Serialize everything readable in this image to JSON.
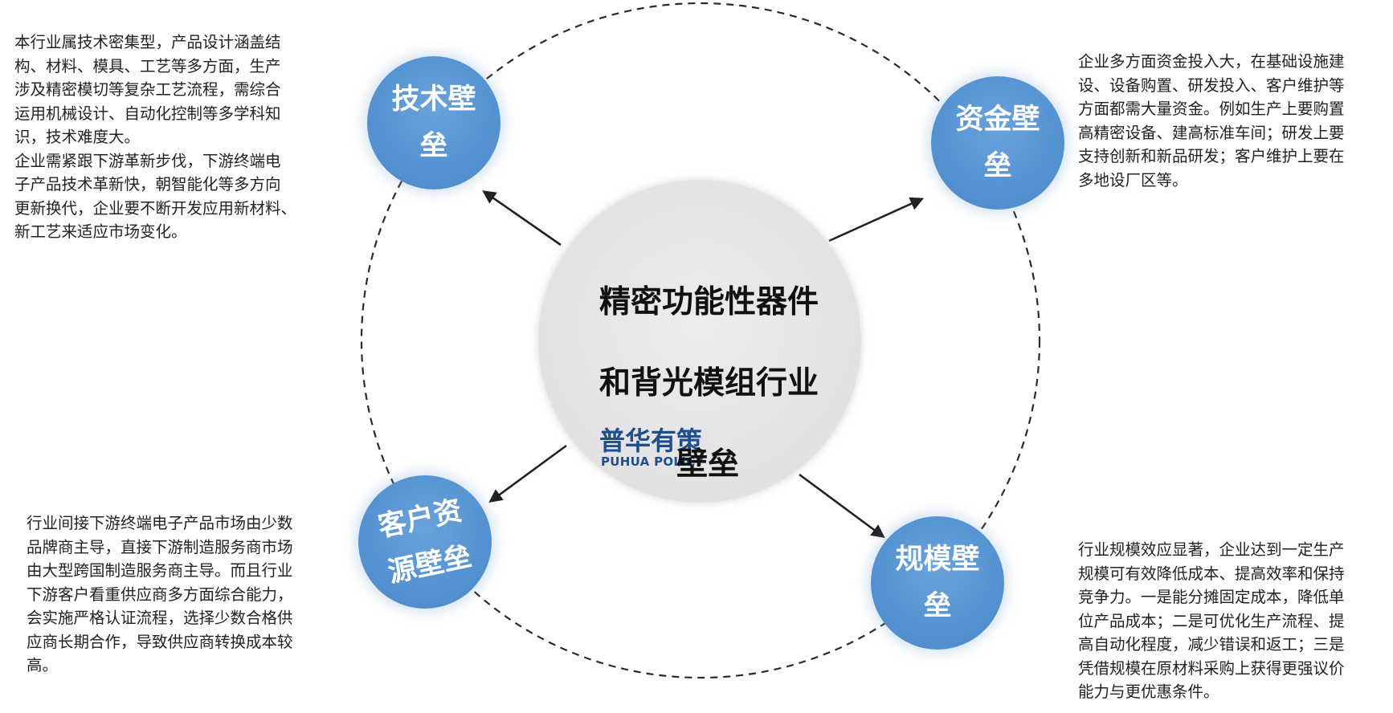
{
  "center": {
    "line1": "精密功能性器件",
    "line2": "和背光模组行业",
    "line3": "壁垒"
  },
  "watermark": {
    "cn": "普华有策",
    "en": "PUHUA POLICY"
  },
  "nodes": {
    "tech": "技术壁\n垒",
    "capital": "资金壁\n垒",
    "customer": "客户资\n源壁垒",
    "scale": "规模壁\n垒"
  },
  "descriptions": {
    "tech": "本行业属技术密集型，产品设计涵盖结\n构、材料、模具、工艺等多方面，生产\n涉及精密模切等复杂工艺流程，需综合\n运用机械设计、自动化控制等多学科知\n识，技术难度大。\n企业需紧跟下游革新步伐，下游终端电\n子产品技术革新快，朝智能化等多方向\n更新换代，企业要不断开发应用新材料、\n新工艺来适应市场变化。",
    "capital": "企业多方面资金投入大，在基础设施建\n设、设备购置、研发投入、客户维护等\n方面都需大量资金。例如生产上要购置\n高精密设备、建高标准车间；研发上要\n支持创新和新品研发；客户维护上要在\n多地设厂区等。",
    "customer": "行业间接下游终端电子产品市场由少数\n品牌商主导，直接下游制造服务商市场\n由大型跨国制造服务商主导。而且行业\n下游客户看重供应商多方面综合能力，\n会实施严格认证流程，选择少数合格供\n应商长期合作，导致供应商转换成本较\n高。",
    "scale": "行业规模效应显著，企业达到一定生产\n规模可有效降低成本、提高效率和保持\n竞争力。一是能分摊固定成本，降低单\n位产品成本；二是可优化生产流程、提\n高自动化程度，减少错误和返工；三是\n凭借规模在原材料采购上获得更强议价\n能力与更优惠条件。"
  },
  "colors": {
    "node_fill": "#5593d2",
    "center_fill": "#e6e6e8",
    "watermark": "#1f4f8f"
  }
}
